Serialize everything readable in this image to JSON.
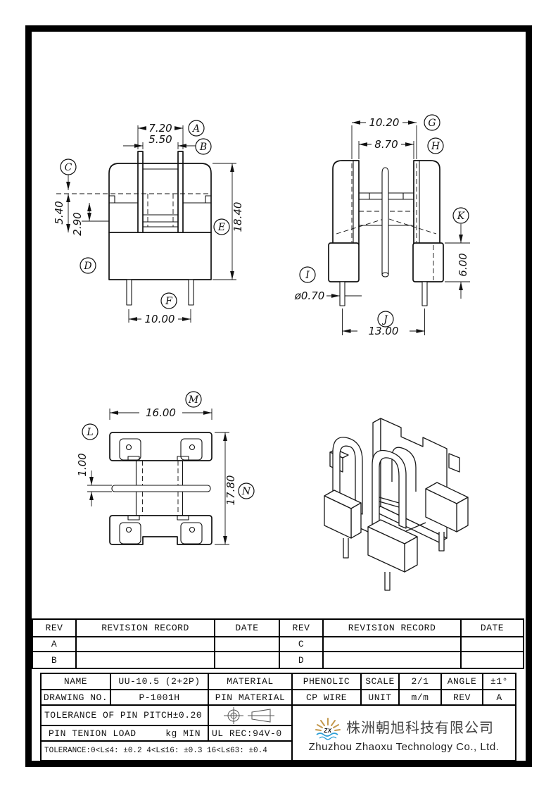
{
  "views": {
    "front": {
      "d720": "7.20",
      "d550": "5.50",
      "d540": "5.40",
      "d290": "2.90",
      "d1840": "18.40",
      "d1000": "10.00",
      "la": "A",
      "lb": "B",
      "lc": "C",
      "ld": "D",
      "le": "E",
      "lf": "F"
    },
    "side": {
      "d1020": "10.20",
      "d870": "8.70",
      "d600": "6.00",
      "d070": "ø0.70",
      "d1300": "13.00",
      "lg": "G",
      "lh": "H",
      "li": "I",
      "lj": "J",
      "lk": "K"
    },
    "top": {
      "d1600": "16.00",
      "d100": "1.00",
      "d1780": "17.80",
      "ll": "L",
      "lm": "M",
      "ln": "N"
    }
  },
  "revision_table": {
    "headers": [
      "REV",
      "REVISION RECORD",
      "DATE",
      "REV",
      "REVISION RECORD",
      "DATE"
    ],
    "rows": [
      [
        "A",
        "",
        "",
        "C",
        "",
        ""
      ],
      [
        "B",
        "",
        "",
        "D",
        "",
        ""
      ]
    ]
  },
  "title_block": {
    "name_label": "NAME",
    "name_value": "UU-10.5 (2+2P)",
    "material_label": "MATERIAL",
    "material_value": "PHENOLIC",
    "scale_label": "SCALE",
    "scale_value": "2/1",
    "angle_label": "ANGLE",
    "angle_value": "±1°",
    "drawing_no_label": "DRAWING NO.",
    "drawing_no_value": "P-1001H",
    "pin_material_label": "PIN MATERIAL",
    "pin_material_value": "CP WIRE",
    "unit_label": "UNIT",
    "unit_value": "m/m",
    "rev_label": "REV",
    "rev_value": "A",
    "tolerance_pin_pitch": "TOLERANCE OF PIN PITCH±0.20",
    "pin_tension_label": "PIN TENION LOAD",
    "pin_tension_value": "kg MIN",
    "ul_rec": "UL REC:94V-0",
    "tolerance_note": "TOLERANCE:0<L≤4: ±0.2  4<L≤16: ±0.3  16<L≤63: ±0.4",
    "company_cn": "株洲朝旭科技有限公司",
    "company_en": "Zhuzhou Zhaoxu Technology Co., Ltd.",
    "logo_zx": "ZX"
  },
  "colors": {
    "line": "#111111",
    "logo_gold": "#c49a50",
    "logo_blue": "#1e7dbd",
    "logo_wave": "#2d9fd6"
  }
}
